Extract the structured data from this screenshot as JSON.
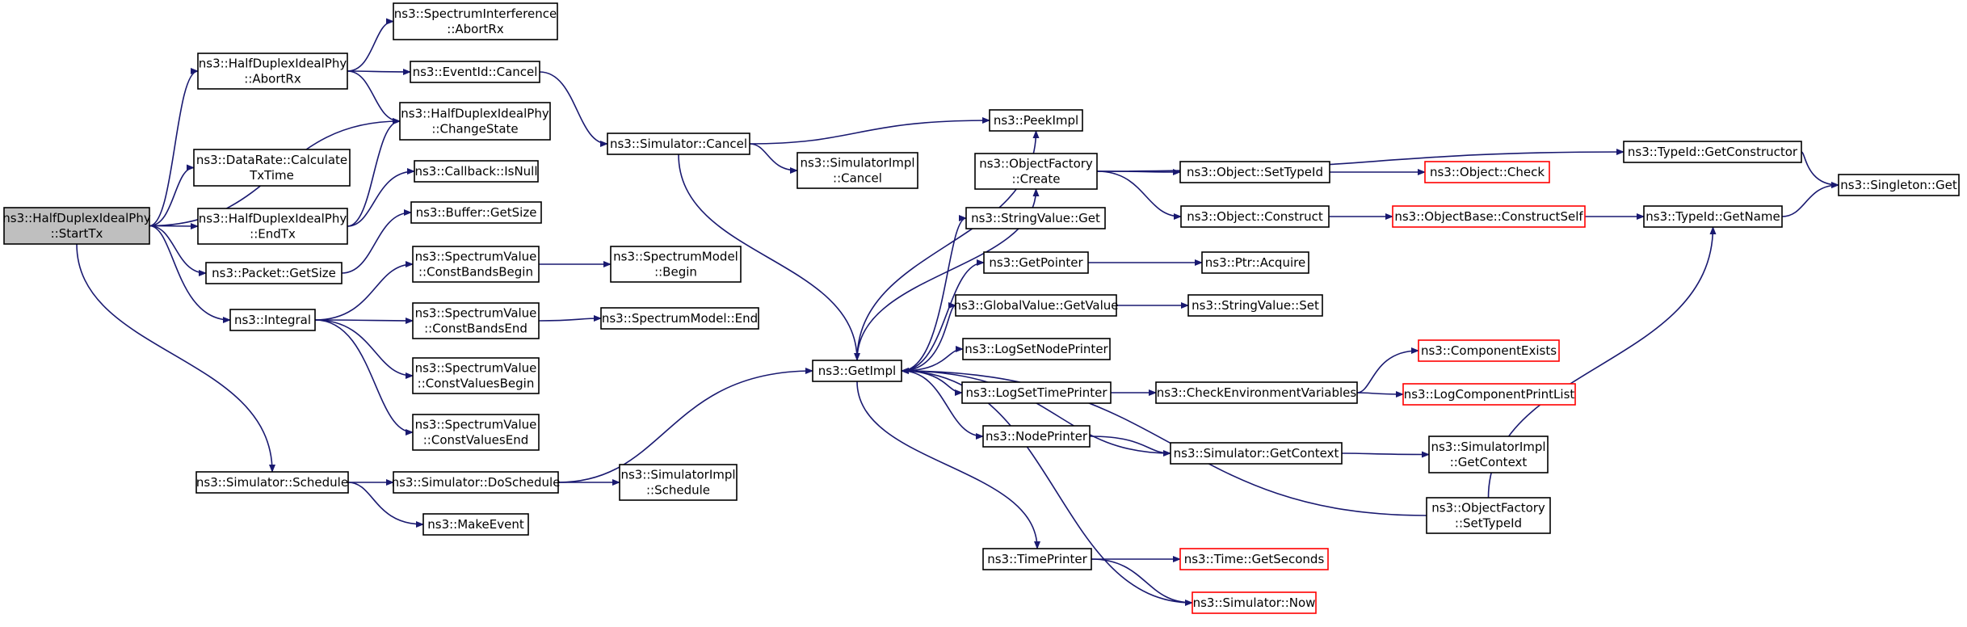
{
  "graph": {
    "nodes": [
      {
        "id": "starttx",
        "lines": [
          "ns3::HalfDuplexIdealPhy",
          "::StartTx"
        ],
        "style": "root"
      },
      {
        "id": "abortrx",
        "lines": [
          "ns3::HalfDuplexIdealPhy",
          "::AbortRx"
        ],
        "style": "normal"
      },
      {
        "id": "datarate",
        "lines": [
          "ns3::DataRate::Calculate",
          "TxTime"
        ],
        "style": "normal"
      },
      {
        "id": "endtx",
        "lines": [
          "ns3::HalfDuplexIdealPhy",
          "::EndTx"
        ],
        "style": "normal"
      },
      {
        "id": "pktsize",
        "lines": [
          "ns3::Packet::GetSize"
        ],
        "style": "normal"
      },
      {
        "id": "integral",
        "lines": [
          "ns3::Integral"
        ],
        "style": "normal"
      },
      {
        "id": "sched",
        "lines": [
          "ns3::Simulator::Schedule"
        ],
        "style": "normal"
      },
      {
        "id": "siabort",
        "lines": [
          "ns3::SpectrumInterference",
          "::AbortRx"
        ],
        "style": "normal"
      },
      {
        "id": "evcancel",
        "lines": [
          "ns3::EventId::Cancel"
        ],
        "style": "normal"
      },
      {
        "id": "chstate",
        "lines": [
          "ns3::HalfDuplexIdealPhy",
          "::ChangeState"
        ],
        "style": "normal"
      },
      {
        "id": "isnull",
        "lines": [
          "ns3::Callback::IsNull"
        ],
        "style": "normal"
      },
      {
        "id": "bufsize",
        "lines": [
          "ns3::Buffer::GetSize"
        ],
        "style": "normal"
      },
      {
        "id": "cbb",
        "lines": [
          "ns3::SpectrumValue",
          "::ConstBandsBegin"
        ],
        "style": "normal"
      },
      {
        "id": "cbe",
        "lines": [
          "ns3::SpectrumValue",
          "::ConstBandsEnd"
        ],
        "style": "normal"
      },
      {
        "id": "cvb",
        "lines": [
          "ns3::SpectrumValue",
          "::ConstValuesBegin"
        ],
        "style": "normal"
      },
      {
        "id": "cve",
        "lines": [
          "ns3::SpectrumValue",
          "::ConstValuesEnd"
        ],
        "style": "normal"
      },
      {
        "id": "dosched",
        "lines": [
          "ns3::Simulator::DoSchedule"
        ],
        "style": "normal"
      },
      {
        "id": "makeevent",
        "lines": [
          "ns3::MakeEvent"
        ],
        "style": "normal"
      },
      {
        "id": "smbegin",
        "lines": [
          "ns3::SpectrumModel",
          "::Begin"
        ],
        "style": "normal"
      },
      {
        "id": "smend",
        "lines": [
          "ns3::SpectrumModel::End"
        ],
        "style": "normal"
      },
      {
        "id": "simcancel",
        "lines": [
          "ns3::Simulator::Cancel"
        ],
        "style": "normal"
      },
      {
        "id": "sicancel",
        "lines": [
          "ns3::SimulatorImpl",
          "::Cancel"
        ],
        "style": "normal"
      },
      {
        "id": "sisched",
        "lines": [
          "ns3::SimulatorImpl",
          "::Schedule"
        ],
        "style": "normal"
      },
      {
        "id": "getimpl",
        "lines": [
          "ns3::GetImpl"
        ],
        "style": "normal"
      },
      {
        "id": "peekimpl",
        "lines": [
          "ns3::PeekImpl"
        ],
        "style": "normal"
      },
      {
        "id": "ofcreate",
        "lines": [
          "ns3::ObjectFactory",
          "::Create"
        ],
        "style": "normal"
      },
      {
        "id": "svget",
        "lines": [
          "ns3::StringValue::Get"
        ],
        "style": "normal"
      },
      {
        "id": "getptr",
        "lines": [
          "ns3::GetPointer"
        ],
        "style": "normal"
      },
      {
        "id": "gvget",
        "lines": [
          "ns3::GlobalValue::GetValue"
        ],
        "style": "normal"
      },
      {
        "id": "lognode",
        "lines": [
          "ns3::LogSetNodePrinter"
        ],
        "style": "normal"
      },
      {
        "id": "logtime",
        "lines": [
          "ns3::LogSetTimePrinter"
        ],
        "style": "normal"
      },
      {
        "id": "nodeprinter",
        "lines": [
          "ns3::NodePrinter"
        ],
        "style": "normal"
      },
      {
        "id": "timeprinter",
        "lines": [
          "ns3::TimePrinter"
        ],
        "style": "normal"
      },
      {
        "id": "settypeid",
        "lines": [
          "ns3::Object::SetTypeId"
        ],
        "style": "normal"
      },
      {
        "id": "objconstruct",
        "lines": [
          "ns3::Object::Construct"
        ],
        "style": "normal"
      },
      {
        "id": "ptracquire",
        "lines": [
          "ns3::Ptr::Acquire"
        ],
        "style": "normal"
      },
      {
        "id": "svset",
        "lines": [
          "ns3::StringValue::Set"
        ],
        "style": "normal"
      },
      {
        "id": "checkenv",
        "lines": [
          "ns3::CheckEnvironmentVariables"
        ],
        "style": "normal"
      },
      {
        "id": "getctx",
        "lines": [
          "ns3::Simulator::GetContext"
        ],
        "style": "normal"
      },
      {
        "id": "getseconds",
        "lines": [
          "ns3::Time::GetSeconds"
        ],
        "style": "red"
      },
      {
        "id": "simnow",
        "lines": [
          "ns3::Simulator::Now"
        ],
        "style": "red"
      },
      {
        "id": "objcheck",
        "lines": [
          "ns3::Object::Check"
        ],
        "style": "red"
      },
      {
        "id": "constructself",
        "lines": [
          "ns3::ObjectBase::ConstructSelf"
        ],
        "style": "red"
      },
      {
        "id": "compexists",
        "lines": [
          "ns3::ComponentExists"
        ],
        "style": "red"
      },
      {
        "id": "logprintlist",
        "lines": [
          "ns3::LogComponentPrintList"
        ],
        "style": "red"
      },
      {
        "id": "sigetctx",
        "lines": [
          "ns3::SimulatorImpl",
          "::GetContext"
        ],
        "style": "normal"
      },
      {
        "id": "ofsettypeid",
        "lines": [
          "ns3::ObjectFactory",
          "::SetTypeId"
        ],
        "style": "normal"
      },
      {
        "id": "getconstructor",
        "lines": [
          "ns3::TypeId::GetConstructor"
        ],
        "style": "normal"
      },
      {
        "id": "getname",
        "lines": [
          "ns3::TypeId::GetName"
        ],
        "style": "normal"
      },
      {
        "id": "singleton",
        "lines": [
          "ns3::Singleton::Get"
        ],
        "style": "normal"
      }
    ],
    "edges": [
      [
        "starttx",
        "abortrx"
      ],
      [
        "starttx",
        "chstate"
      ],
      [
        "starttx",
        "datarate"
      ],
      [
        "starttx",
        "endtx"
      ],
      [
        "starttx",
        "pktsize"
      ],
      [
        "starttx",
        "integral"
      ],
      [
        "starttx",
        "sched"
      ],
      [
        "abortrx",
        "siabort"
      ],
      [
        "abortrx",
        "evcancel"
      ],
      [
        "abortrx",
        "chstate"
      ],
      [
        "evcancel",
        "simcancel"
      ],
      [
        "endtx",
        "chstate"
      ],
      [
        "endtx",
        "isnull"
      ],
      [
        "pktsize",
        "bufsize"
      ],
      [
        "integral",
        "cbb"
      ],
      [
        "integral",
        "cbe"
      ],
      [
        "integral",
        "cvb"
      ],
      [
        "integral",
        "cve"
      ],
      [
        "cbb",
        "smbegin"
      ],
      [
        "cbe",
        "smend"
      ],
      [
        "sched",
        "dosched"
      ],
      [
        "sched",
        "makeevent"
      ],
      [
        "dosched",
        "sisched"
      ],
      [
        "dosched",
        "getimpl"
      ],
      [
        "simcancel",
        "peekimpl"
      ],
      [
        "simcancel",
        "sicancel"
      ],
      [
        "simcancel",
        "getimpl"
      ],
      [
        "getimpl",
        "peekimpl"
      ],
      [
        "getimpl",
        "ofcreate"
      ],
      [
        "getimpl",
        "svget"
      ],
      [
        "getimpl",
        "getptr"
      ],
      [
        "getimpl",
        "gvget"
      ],
      [
        "getimpl",
        "lognode"
      ],
      [
        "getimpl",
        "logtime"
      ],
      [
        "getimpl",
        "nodeprinter"
      ],
      [
        "getimpl",
        "timeprinter"
      ],
      [
        "getctx",
        "getimpl"
      ],
      [
        "ofsettypeid",
        "getimpl"
      ],
      [
        "simnow",
        "getimpl"
      ],
      [
        "ofcreate",
        "settypeid"
      ],
      [
        "ofcreate",
        "objconstruct"
      ],
      [
        "ofcreate",
        "getconstructor"
      ],
      [
        "settypeid",
        "objcheck"
      ],
      [
        "objconstruct",
        "constructself"
      ],
      [
        "constructself",
        "getname"
      ],
      [
        "getptr",
        "ptracquire"
      ],
      [
        "gvget",
        "svset"
      ],
      [
        "logtime",
        "checkenv"
      ],
      [
        "checkenv",
        "compexists"
      ],
      [
        "checkenv",
        "logprintlist"
      ],
      [
        "nodeprinter",
        "getctx"
      ],
      [
        "getctx",
        "sigetctx"
      ],
      [
        "timeprinter",
        "getseconds"
      ],
      [
        "timeprinter",
        "simnow"
      ],
      [
        "ofsettypeid",
        "getname"
      ],
      [
        "getconstructor",
        "singleton"
      ],
      [
        "getname",
        "singleton"
      ]
    ]
  }
}
